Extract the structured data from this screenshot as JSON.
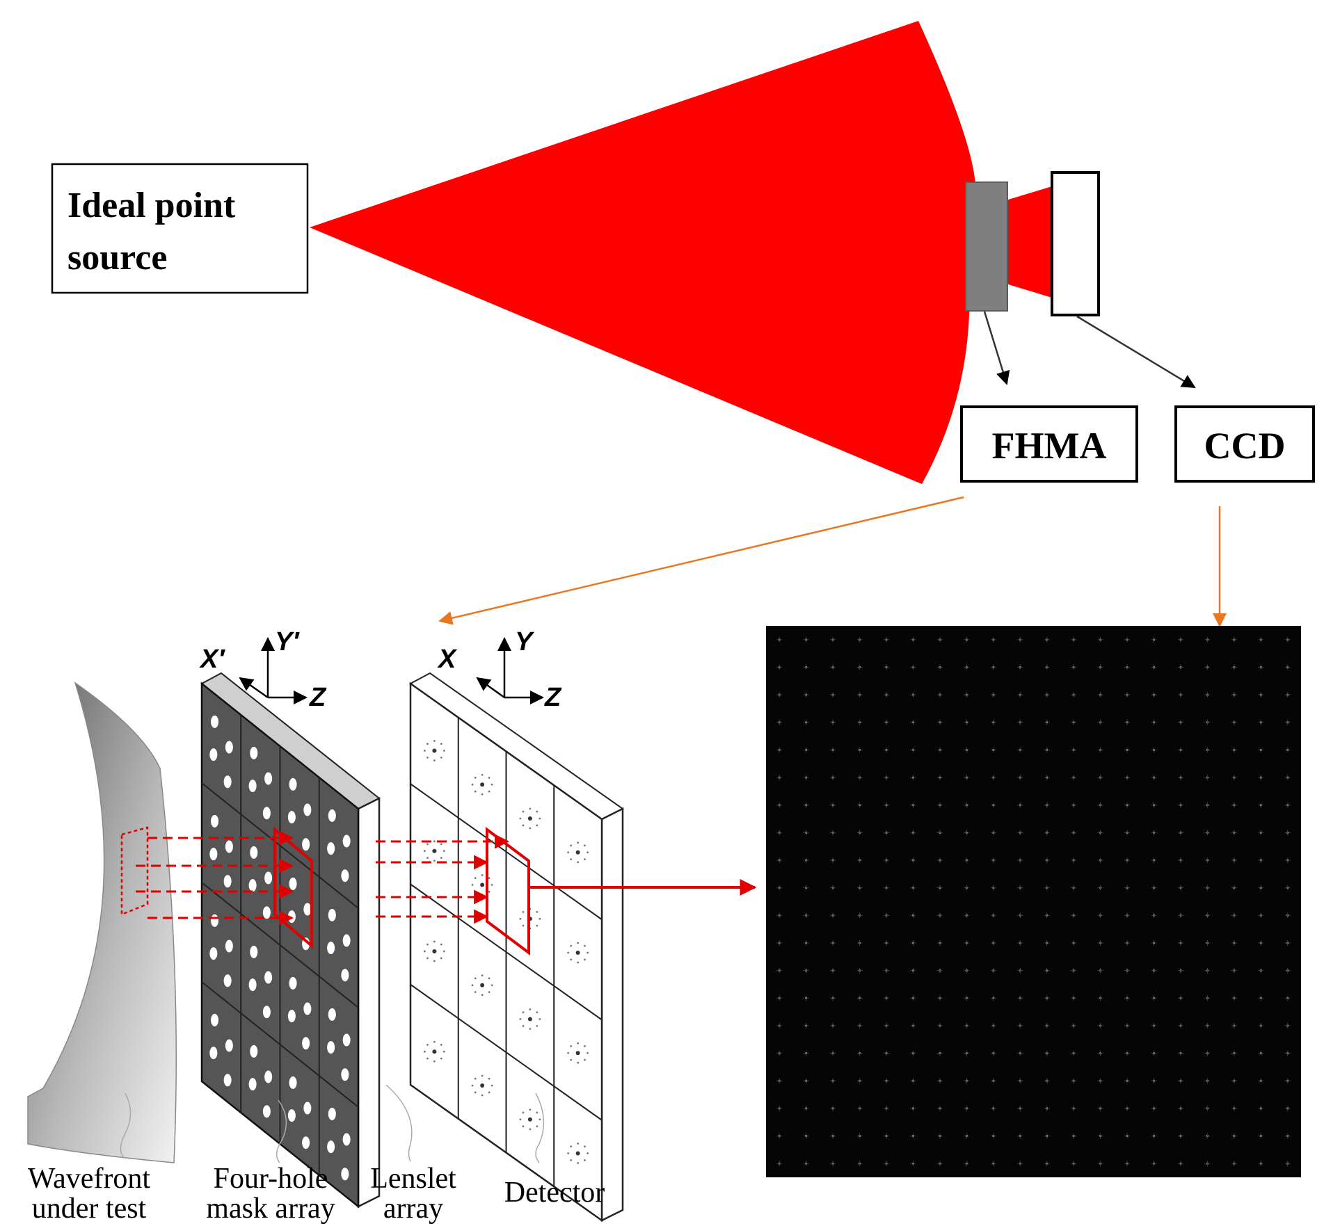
{
  "top": {
    "source_label_line1": "Ideal point",
    "source_label_line2": "source",
    "fhma_label": "FHMA",
    "ccd_label": "CCD"
  },
  "axes": {
    "mask": {
      "x": "X′",
      "y": "Y′",
      "z": "Z"
    },
    "detector": {
      "x": "X",
      "y": "Y",
      "z": "Z"
    }
  },
  "bottom_labels": {
    "wavefront": [
      "Wavefront",
      "under test"
    ],
    "mask": [
      "Four-hole",
      "mask array"
    ],
    "lenslet": [
      "Lenslet",
      "array"
    ],
    "detector": [
      "Detector"
    ]
  },
  "spot_grid": {
    "rows": 20,
    "cols": 20
  },
  "colors": {
    "beam": "#ff0000",
    "fhma": "#7f7f7f",
    "callout_arrow": "#e87722",
    "mask_panel": "#555555",
    "ray": "#e00000",
    "ccd_background": "#050505"
  },
  "icons": [
    "right-arrow-icon",
    "callout-arrow-icon"
  ]
}
